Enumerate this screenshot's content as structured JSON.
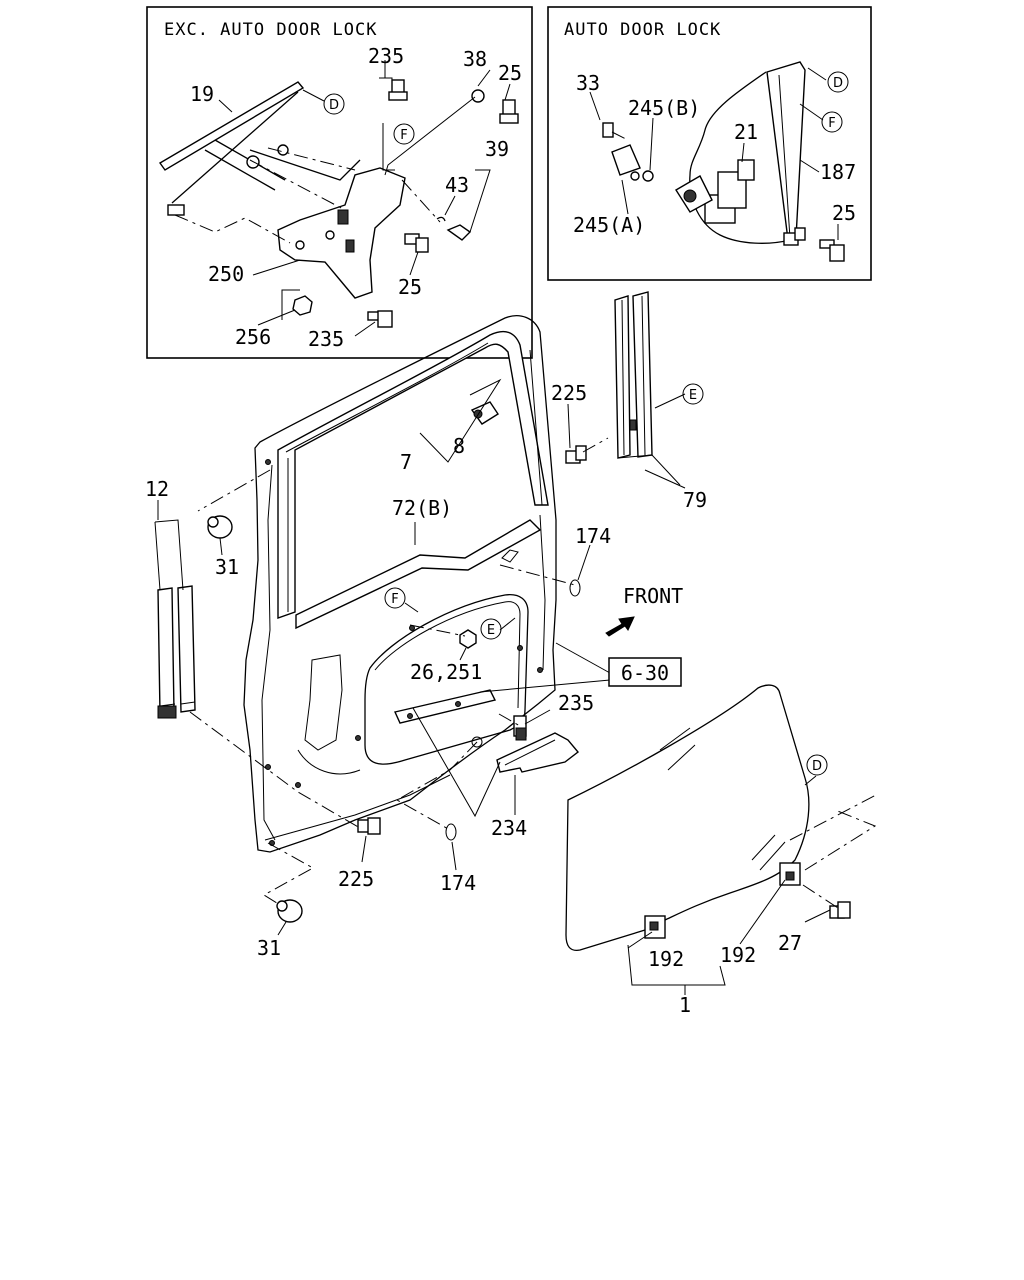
{
  "inset_left": {
    "title": "EXC. AUTO DOOR LOCK"
  },
  "inset_right": {
    "title": "AUTO DOOR LOCK"
  },
  "reference_box": {
    "label": "6-30"
  },
  "direction_label": "FRONT",
  "circle_refs": {
    "d": "D",
    "f": "F",
    "e": "E"
  },
  "callouts": {
    "l_235a": "235",
    "l_38": "38",
    "l_25a": "25",
    "l_19": "19",
    "l_39": "39",
    "l_43": "43",
    "l_250": "250",
    "l_25b": "25",
    "l_256": "256",
    "l_235b": "235",
    "r_33": "33",
    "r_245b": "245(B)",
    "r_21": "21",
    "r_187": "187",
    "r_25": "25",
    "r_245a": "245(A)",
    "m_225a": "225",
    "m_8": "8",
    "m_7": "7",
    "m_79": "79",
    "m_12": "12",
    "m_72b": "72(B)",
    "m_174a": "174",
    "m_31a": "31",
    "m_26_251": "26,251",
    "m_235": "235",
    "m_234": "234",
    "m_225b": "225",
    "m_174b": "174",
    "m_31b": "31",
    "m_192a": "192",
    "m_192b": "192",
    "m_27": "27",
    "m_1": "1"
  }
}
